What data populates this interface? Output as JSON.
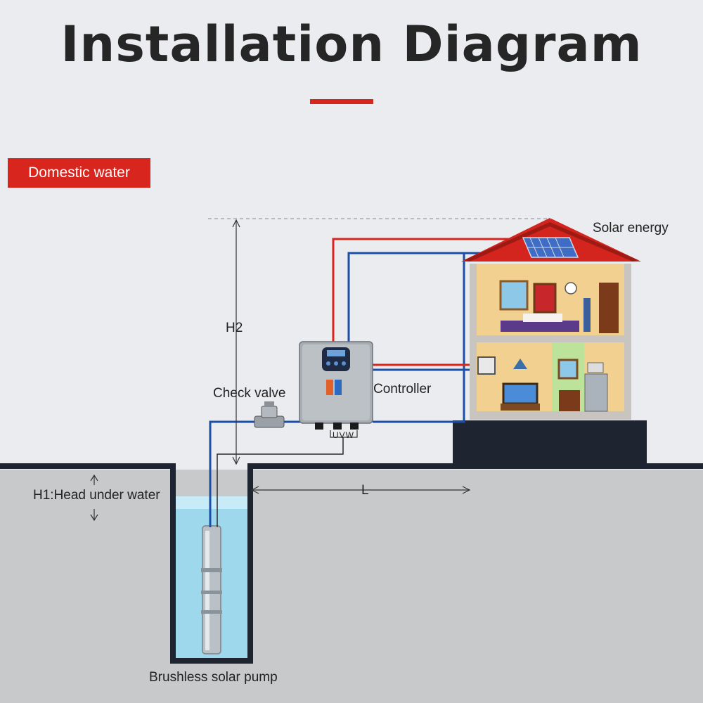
{
  "title": "Installation Diagram",
  "badge": "Domestic water",
  "labels": {
    "solar": "Solar energy",
    "h2": "H2",
    "check_valve": "Check valve",
    "controller": "Controller",
    "uvw": "UVW",
    "h1": "H1:Head under water",
    "l": "L",
    "pump": "Brushless solar pump"
  },
  "colors": {
    "accent": "#d8261e",
    "title": "#262626",
    "pipe_blue": "#1b4fa6",
    "wire_red": "#d8261e",
    "ground": "#1e2430",
    "water": "#9ed8ec"
  }
}
